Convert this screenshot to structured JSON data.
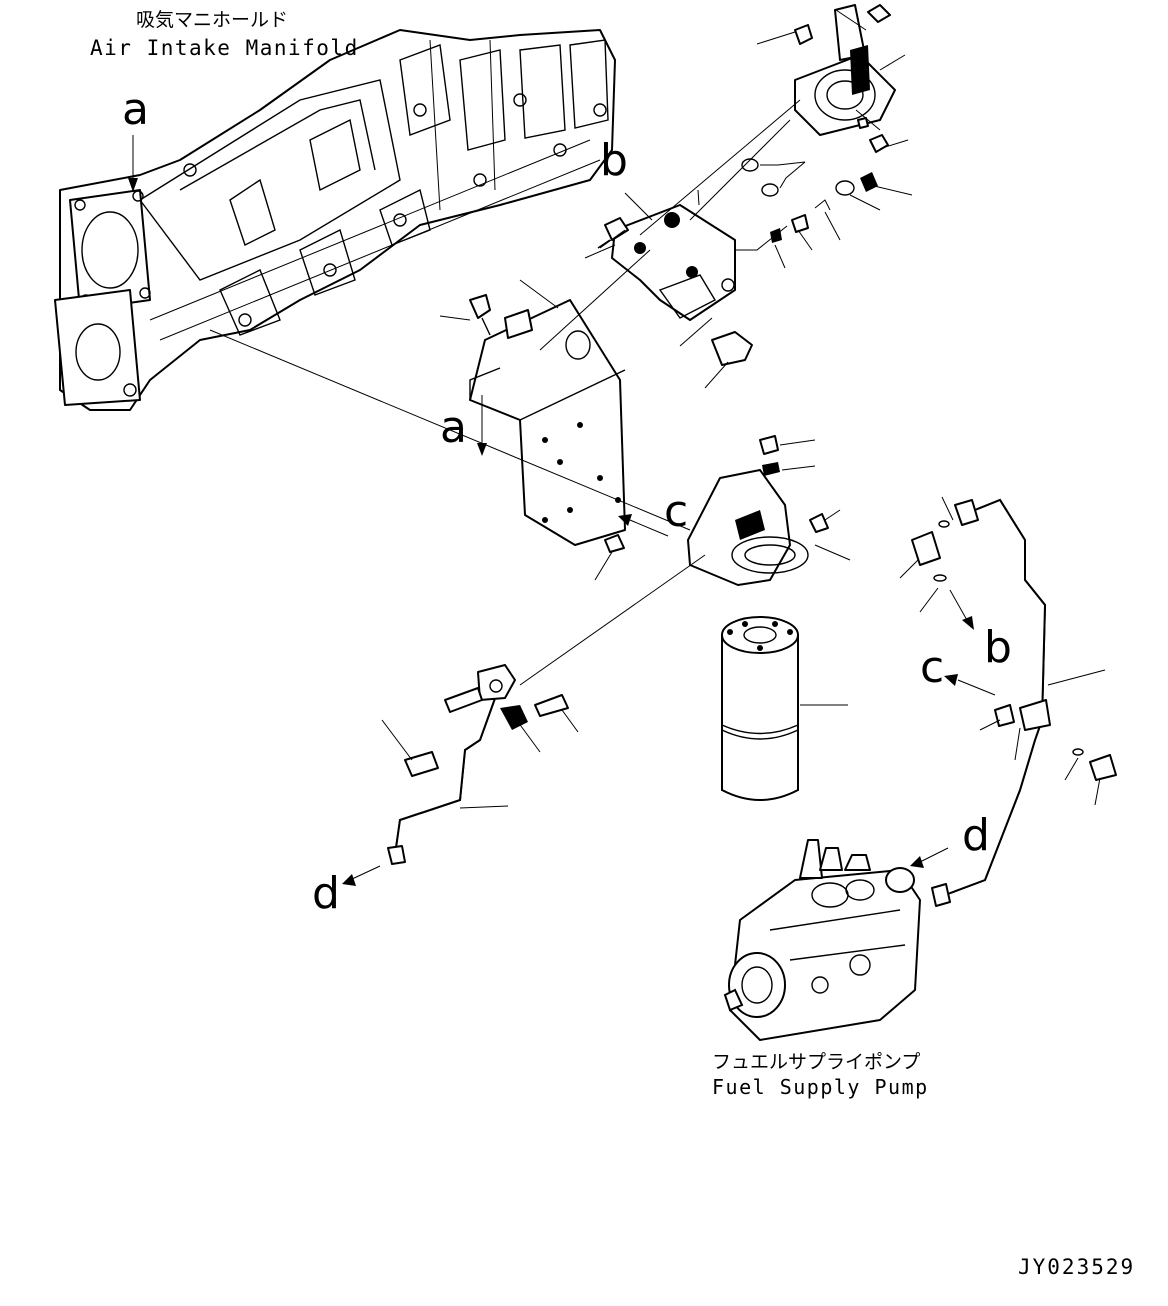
{
  "labels": {
    "manifold_jp": "吸気マニホールド",
    "manifold_en": "Air Intake Manifold",
    "pump_jp": "フュエルサプライポンプ",
    "pump_en": "Fuel Supply Pump",
    "drawing_id": "JY023529"
  },
  "callouts": {
    "a_top": "a",
    "a_mid": "a",
    "b_top": "b",
    "b_right": "b",
    "c_mid": "c",
    "c_right": "c",
    "d_left": "d",
    "d_right": "d"
  }
}
